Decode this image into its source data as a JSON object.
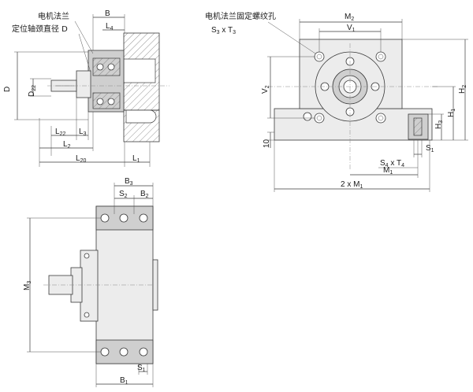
{
  "callouts": {
    "motor_flange": "电机法兰",
    "locating_journal": "定位轴颈直径 D",
    "motor_flange_bolt": "电机法兰固定螺纹孔",
    "thread_s3_t3": "S3 x T3",
    "thread_s4_t4": "S4 x T4"
  },
  "dims": {
    "B": "B",
    "B1": "B",
    "B2": "B",
    "B3": "B",
    "D": "D",
    "D22": "D",
    "L1": "L",
    "L2": "L",
    "L3": "L",
    "L4": "L",
    "L20": "L",
    "L22": "L",
    "M1": "M",
    "M2": "M",
    "M3": "M",
    "two_M1": "2 x M",
    "V1": "V",
    "V2": "V",
    "H1": "H",
    "H2": "H",
    "H3": "H",
    "S1": "S",
    "S2": "S",
    "ten": "10"
  },
  "subs": {
    "s1": "1",
    "s2": "2",
    "s3": "3",
    "s4": "4",
    "s20": "20",
    "s22": "22"
  },
  "colors": {
    "line": "#3a3a3a",
    "fill_light": "#ececec",
    "fill_mid": "#cfcfcf",
    "hatch": "#7a7a7a"
  }
}
